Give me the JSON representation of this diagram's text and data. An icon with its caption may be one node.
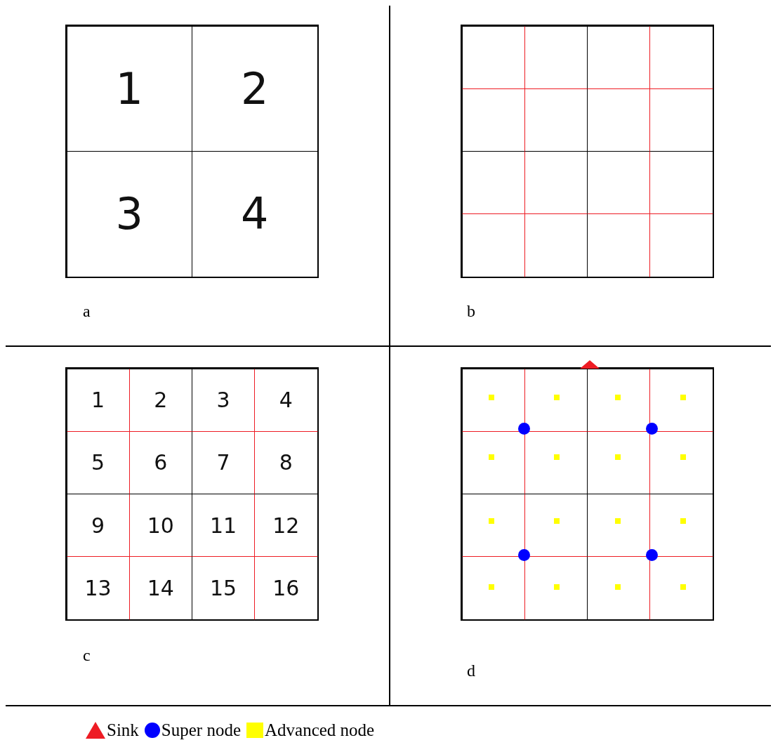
{
  "diagram": {
    "nodes": [
      {
        "text": [
          "1"
        ]
      },
      {
        "text": [
          "2"
        ]
      },
      {
        "text": [
          "3"
        ]
      },
      {
        "text": [
          "4"
        ]
      },
      {
        "text": [
          "1"
        ]
      },
      {
        "text": [
          "2"
        ]
      },
      {
        "text": [
          "3"
        ]
      },
      {
        "text": [
          "4"
        ]
      },
      {
        "text": [
          "5"
        ]
      },
      {
        "text": [
          "6"
        ]
      },
      {
        "text": [
          "7"
        ]
      },
      {
        "text": [
          "8"
        ]
      },
      {
        "text": [
          "9"
        ]
      },
      {
        "text": [
          "10"
        ]
      },
      {
        "text": [
          "11"
        ]
      },
      {
        "text": [
          "12"
        ]
      },
      {
        "text": [
          "13"
        ]
      },
      {
        "text": [
          "14"
        ]
      },
      {
        "text": [
          "15"
        ]
      },
      {
        "text": [
          "16"
        ]
      }
    ],
    "labels": [
      "a",
      "b",
      "c",
      "d"
    ],
    "legend": [
      {
        "text": "Sink",
        "color": "#ee1c24"
      },
      {
        "text": "Super node",
        "color": "#0000ff"
      },
      {
        "text": "Advanced node",
        "color": "#ffff00"
      }
    ]
  }
}
